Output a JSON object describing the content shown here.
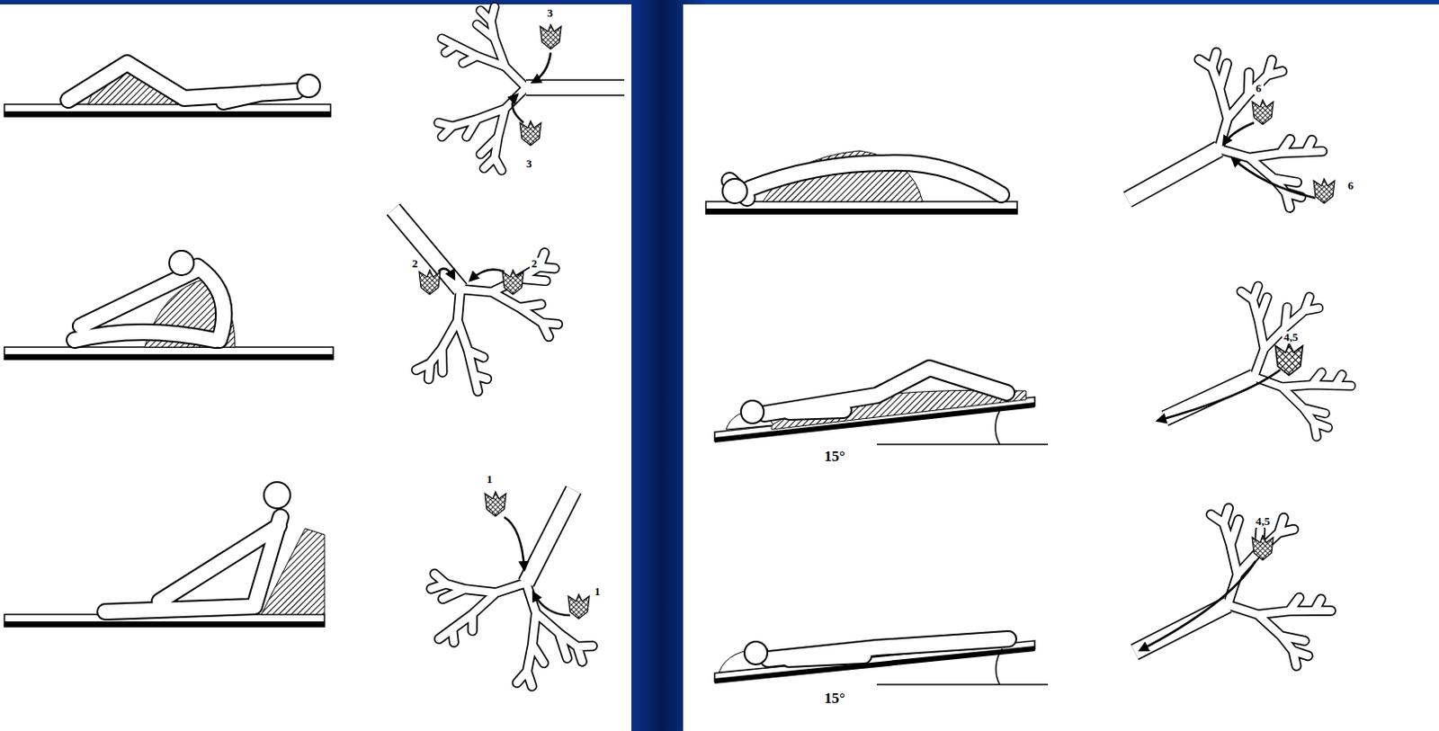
{
  "diagram": {
    "labels": [
      "3",
      "3",
      "2",
      "2",
      "1",
      "1",
      "6",
      "6",
      "15°",
      "4,5",
      "15°",
      "4,5"
    ]
  }
}
